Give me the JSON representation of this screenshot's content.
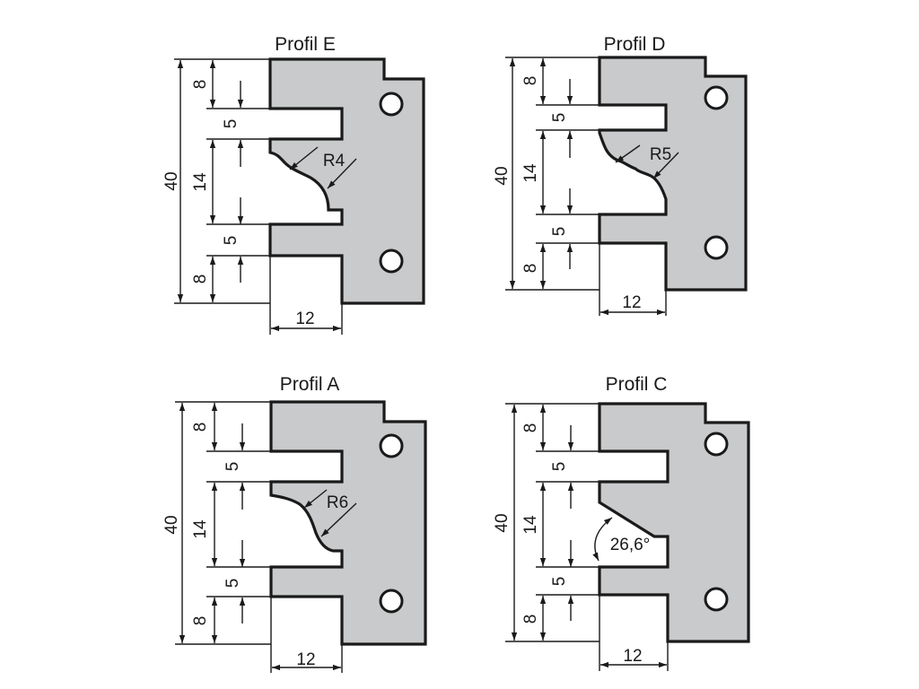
{
  "colors": {
    "body_fill": "#c9cacb",
    "stroke": "#1a1a1a",
    "background": "#ffffff"
  },
  "profiles": [
    {
      "title": "Profil E",
      "dims": {
        "d8_top": "8",
        "d5_top": "5",
        "d14": "14",
        "d5_bottom": "5",
        "d8_bottom": "8",
        "d40": "40",
        "d12": "12"
      },
      "annotation": "R4"
    },
    {
      "title": "Profil D",
      "dims": {
        "d8_top": "8",
        "d5_top": "5",
        "d14": "14",
        "d5_bottom": "5",
        "d8_bottom": "8",
        "d40": "40",
        "d12": "12"
      },
      "annotation": "R5"
    },
    {
      "title": "Profil A",
      "dims": {
        "d8_top": "8",
        "d5_top": "5",
        "d14": "14",
        "d5_bottom": "5",
        "d8_bottom": "8",
        "d40": "40",
        "d12": "12"
      },
      "annotation": "R6"
    },
    {
      "title": "Profil C",
      "dims": {
        "d8_top": "8",
        "d5_top": "5",
        "d14": "14",
        "d5_bottom": "5",
        "d8_bottom": "8",
        "d40": "40",
        "d12": "12"
      },
      "annotation": "26,6°"
    }
  ]
}
